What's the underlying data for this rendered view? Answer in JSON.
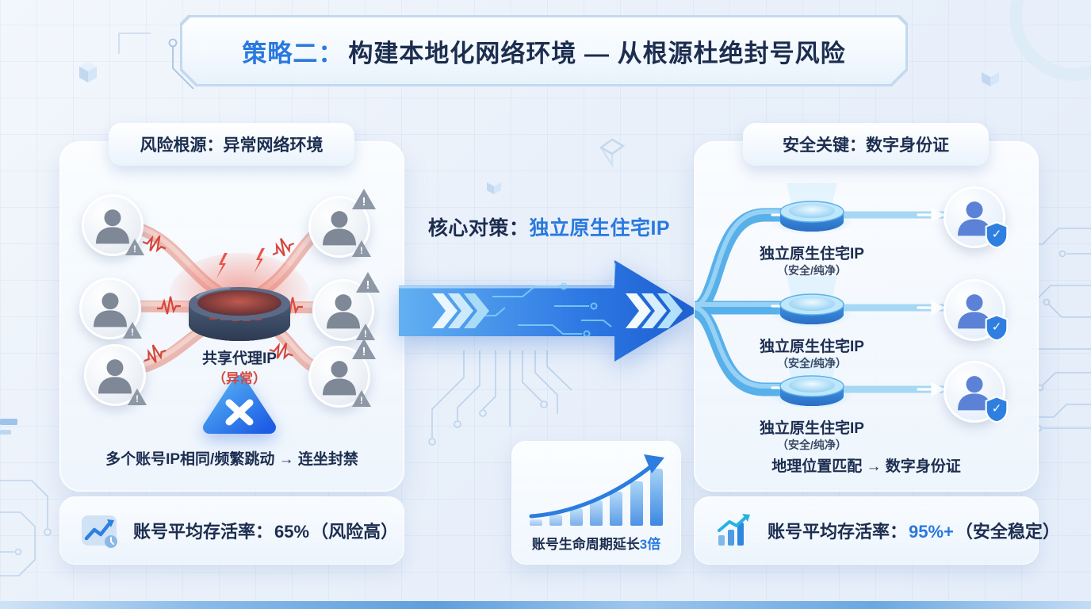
{
  "title": {
    "prefix": "策略二：",
    "main": "构建本地化网络环境 — 从根源杜绝封号风险"
  },
  "left_panel": {
    "header": "风险根源：异常网络环境",
    "hub_label": "共享代理IP",
    "hub_status": "（异常）",
    "caption": "多个账号IP相同/频繁跳动 → 连坐封禁",
    "stat": {
      "label": "账号平均存活率：",
      "value": "65%",
      "note": "（风险高）"
    }
  },
  "center": {
    "headline_prefix": "核心对策：",
    "headline_highlight": "独立原生住宅IP"
  },
  "growth_card": {
    "label": "账号生命周期延长",
    "highlight": "3倍"
  },
  "right_panel": {
    "header": "安全关键：数字身份证",
    "rows": [
      {
        "label": "独立原生住宅IP",
        "sub": "（安全/纯净）"
      },
      {
        "label": "独立原生住宅IP",
        "sub": "（安全/纯净）"
      },
      {
        "label": "独立原生住宅IP",
        "sub": "（安全/纯净）"
      }
    ],
    "caption": "地理位置匹配 → 数字身份证",
    "stat": {
      "label": "账号平均存活率：",
      "value": "95%+",
      "note": "（安全稳定）"
    }
  },
  "icons": {
    "warning_glyph": "!",
    "x_glyph": "✕",
    "check_glyph": "✓"
  },
  "colors": {
    "accent_blue": "#2979de",
    "risk_red": "#d6463c",
    "navy": "#1c2d4f"
  },
  "chart_data": {
    "type": "bar",
    "values": [
      8,
      14,
      22,
      32,
      43,
      56,
      72
    ],
    "unit": "relative-height",
    "annotation": "账号生命周期延长3倍",
    "trend": "increasing",
    "legend": "none",
    "axes": "none"
  }
}
